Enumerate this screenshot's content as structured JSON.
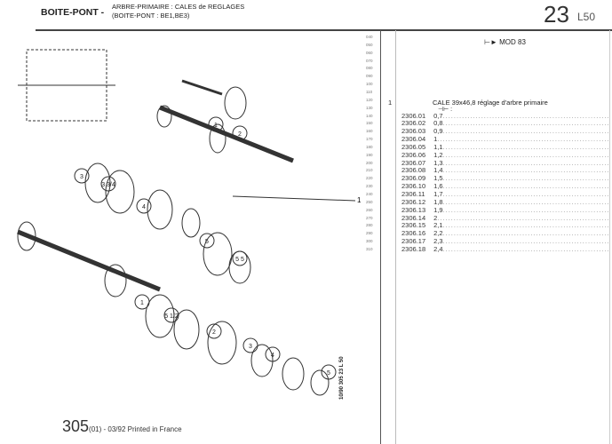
{
  "header": {
    "section": "BOITE-PONT -",
    "subtitle1": "ARBRE-PRIMAIRE : CALES de REGLAGES",
    "subtitle2": "(BOITE-PONT : BE1,BE3)",
    "page_number": "23",
    "page_code": "L50"
  },
  "line_numbers": [
    "040",
    "050",
    "060",
    "070",
    "080",
    "090",
    "100",
    "110",
    "120",
    "130",
    "140",
    "150",
    "160",
    "170",
    "180",
    "190",
    "200",
    "210",
    "220",
    "230",
    "240",
    "250",
    "260",
    "270",
    "280",
    "290",
    "300",
    "310"
  ],
  "mod_note": "MOD 83",
  "item": {
    "number": "1",
    "description": "CALE 39x46,8 réglage d'arbre primaire",
    "symbol": "⊣⊢ :"
  },
  "parts": [
    {
      "ref": "2306.01",
      "value": "0,7"
    },
    {
      "ref": "2306.02",
      "value": "0,8"
    },
    {
      "ref": "2306.03",
      "value": "0,9"
    },
    {
      "ref": "2306.04",
      "value": "1"
    },
    {
      "ref": "2306.05",
      "value": "1,1"
    },
    {
      "ref": "2306.06",
      "value": "1,2"
    },
    {
      "ref": "2306.07",
      "value": "1,3"
    },
    {
      "ref": "2306.08",
      "value": "1,4"
    },
    {
      "ref": "2306.09",
      "value": "1,5"
    },
    {
      "ref": "2306.10",
      "value": "1,6"
    },
    {
      "ref": "2306.11",
      "value": "1,7"
    },
    {
      "ref": "2306.12",
      "value": "1,8"
    },
    {
      "ref": "2306.13",
      "value": "1,9"
    },
    {
      "ref": "2306.14",
      "value": "2"
    },
    {
      "ref": "2306.15",
      "value": "2,1"
    },
    {
      "ref": "2306.16",
      "value": "2,2"
    },
    {
      "ref": "2306.17",
      "value": "2,3"
    },
    {
      "ref": "2306.18",
      "value": "2,4"
    }
  ],
  "diagram": {
    "callouts": [
      "1",
      "2",
      "3",
      "3 3/4",
      "4",
      "5",
      "5 5",
      "1",
      "5 1/2",
      "2",
      "3",
      "4",
      "5"
    ],
    "leader_label": "1",
    "drawing_code": "10/90 305 23 L 50"
  },
  "footer": {
    "model": "305",
    "text": "(01) - 03/92 Printed in France"
  }
}
